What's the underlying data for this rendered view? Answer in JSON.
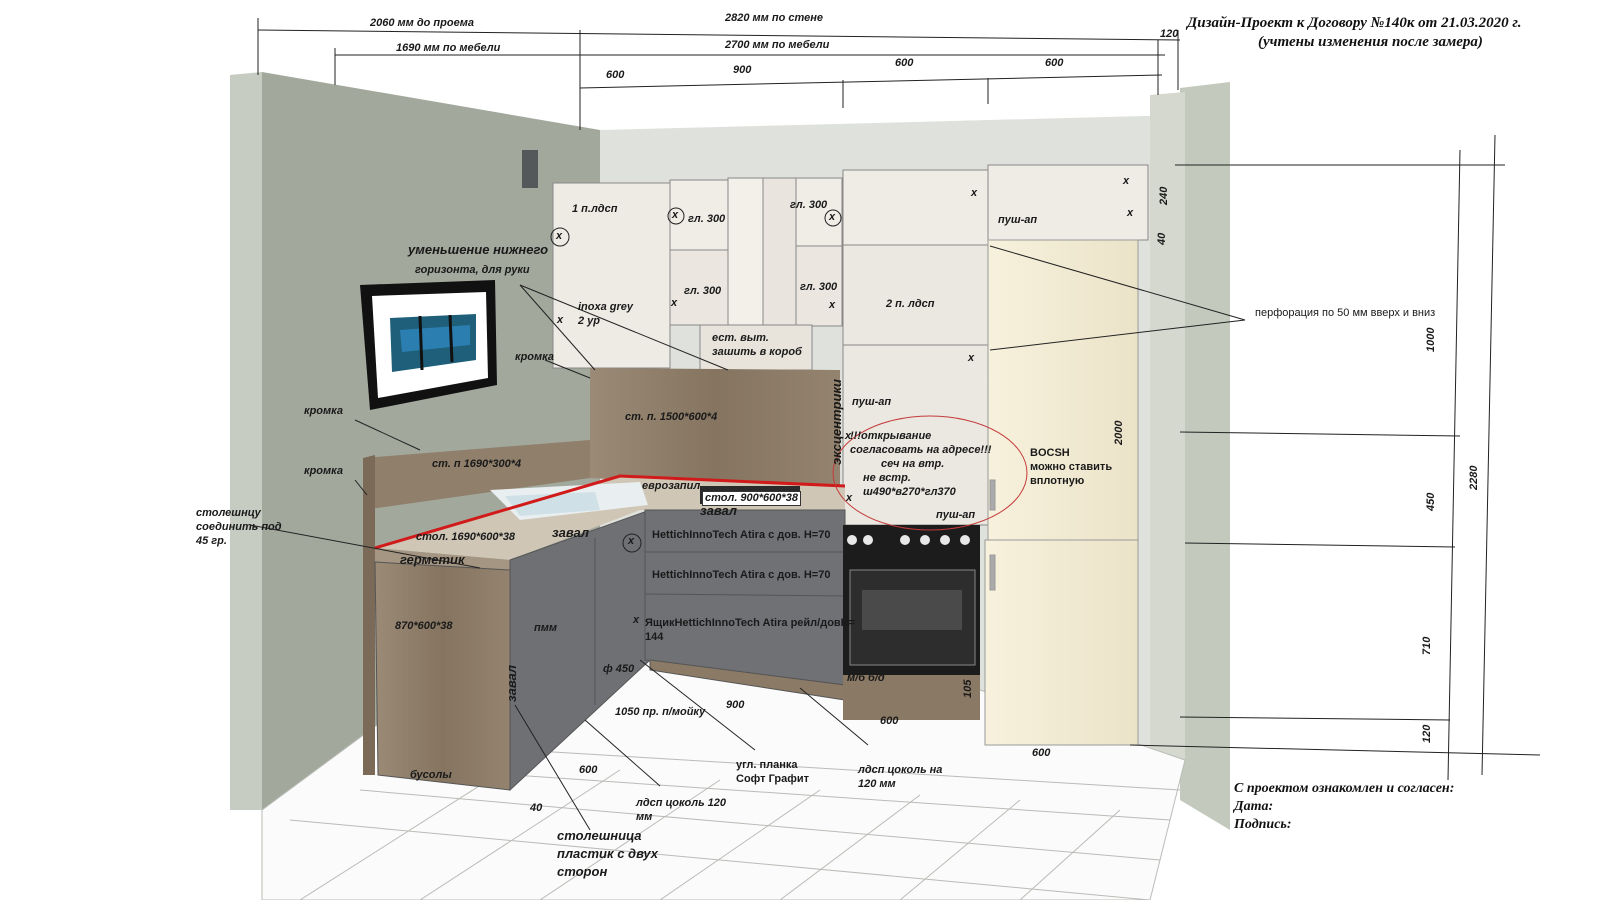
{
  "title": {
    "line1": "Дизайн-Проект к Договору №140к от 21.03.2020 г.",
    "line2": "(учтены изменения после замера)"
  },
  "dimensions": {
    "to_opening": "2060 мм до проема",
    "by_wall": "2820 мм по стене",
    "by_furniture_left": "1690 мм по мебели",
    "by_furniture_right": "2700 мм по мебели",
    "d120_top": "120",
    "d600_a": "600",
    "d900": "900",
    "d600_b": "600",
    "d600_c": "600",
    "h240": "240",
    "h40": "40",
    "h1000": "1000",
    "h2000": "2000",
    "h2280": "2280",
    "h450": "450",
    "h710": "710",
    "h120": "120",
    "h105": "105",
    "floor_600_left": "600",
    "floor_40": "40",
    "floor_900": "900",
    "floor_600_mid": "600",
    "floor_600_right": "600"
  },
  "notes": {
    "p1_ldsp": "1 п.лдсп",
    "gl300_a": "гл. 300",
    "gl300_b": "гл. 300",
    "gl300_c": "гл. 300",
    "gl300_d": "гл. 300",
    "reduce_lower": "уменьшение нижнего",
    "horizon_hand": "горизонта, для руки",
    "inoxa_grey": "inoxa grey",
    "two_ur": "2 ур",
    "est_vyt": "ест. выт.",
    "zashit": "зашить в короб",
    "kromka_1": "кромка",
    "kromka_2": "кромка",
    "kromka_3": "кромка",
    "p2_ldsp": "2 п. лдсп",
    "push_ap_top": "пуш-ап",
    "push_ap_mid": "пуш-ап",
    "push_ap_low": "пуш-ап",
    "perforation": "перфорация по 50 мм вверх и вниз",
    "st_p_1500": "ст. п. 1500*600*4",
    "st_p_1690": "ст. п 1690*300*4",
    "ekscentriki": "эксцентрики",
    "opening_1": "!!!открывание",
    "opening_2": "согласовать на адресе!!!",
    "opening_3": "сеч на втр.",
    "opening_4": "не встр.",
    "opening_5": "ш490*в270*гл370",
    "bosch_1": "BOCSH",
    "bosch_2": "можно ставить",
    "bosch_3": "вплотную",
    "evrozapil": "еврозапил",
    "stol_900": "стол. 900*600*38",
    "zaval_a": "завал",
    "zaval_b": "завал",
    "zaval_c": "завал",
    "stol_1690": "стол. 1690*600*38",
    "germetik": "герметик",
    "join_1": "столешнцу",
    "join_2": "соединить под",
    "join_3": "45 гр.",
    "hettich_1": "HettichInnoTech Atira с дов. H=70",
    "hettich_2": "HettichInnoTech Atira с дов. H=70",
    "hettich_3a": "ЯщикHettichInnoTech Atira рейл/довH=",
    "hettich_3b": "144",
    "size_870": "870*600*38",
    "pmm": "пмм",
    "phi450": "ф 450",
    "mb_bd": "м/б б/д",
    "size_1050": "1050 пр. п/мойку",
    "ugl_planka_1": "угл. планка",
    "ugl_planka_2": "Софт Графит",
    "ldsp_cokol_1a": "лдсп цоколь на",
    "ldsp_cokol_1b": "120 мм",
    "ldsp_cokol_2a": "лдсп цоколь 120",
    "ldsp_cokol_2b": "мм",
    "busoly": "бусолы",
    "countertop_1": "столешница",
    "countertop_2": "пластик с двух",
    "countertop_3": "сторон"
  },
  "signature": {
    "line1": "С проектом ознакомлен и согласен:",
    "line2": "Дата:",
    "line3": "Подпись:"
  },
  "colors": {
    "wall": "#9ea39a",
    "wall_side": "#c5cbc0",
    "upper_cabinet": "#efece6",
    "lower_cabinet": "#6f6f73",
    "wood": "#8a7b69",
    "fridge": "#f4eed9",
    "floor_line": "#555555",
    "red_line": "#d11a1a"
  }
}
